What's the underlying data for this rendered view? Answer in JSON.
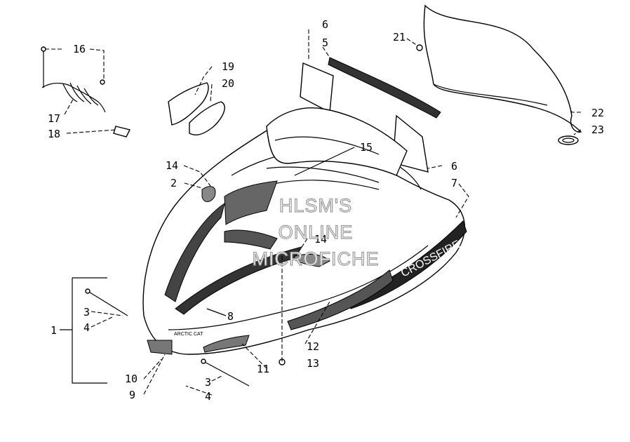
{
  "watermark": {
    "line1": "HLSM'S",
    "line2": "ONLINE",
    "line3": "MICROFICHE"
  },
  "callouts": {
    "c1": "1",
    "c2": "2",
    "c3a": "3",
    "c3b": "3",
    "c4a": "4",
    "c4b": "4",
    "c5": "5",
    "c6a": "6",
    "c6b": "6",
    "c7": "7",
    "c8": "8",
    "c9": "9",
    "c10": "10",
    "c11": "11",
    "c12": "12",
    "c13": "13",
    "c14a": "14",
    "c14b": "14",
    "c15": "15",
    "c16": "16",
    "c17": "17",
    "c18": "18",
    "c19": "19",
    "c20": "20",
    "c21": "21",
    "c22": "22",
    "c23": "23"
  },
  "decals": {
    "brand": "ARCTIC CAT",
    "model": "CROSSFIRE"
  }
}
